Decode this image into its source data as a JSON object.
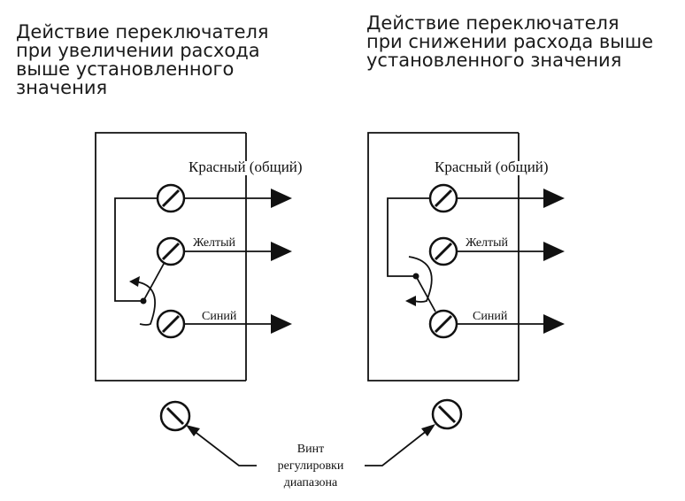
{
  "headings": {
    "increase": [
      "Действие переключателя",
      "при увеличении расхода",
      "выше установленного",
      "значения"
    ],
    "decrease": [
      "Действие переключателя",
      "при снижении расхода выше",
      "установленного значения"
    ]
  },
  "labels": {
    "red_common": "Красный (общий)",
    "yellow": "Желтый",
    "blue": "Синий",
    "screw_caption": [
      "Винт",
      "регулировки",
      "диапазона"
    ]
  },
  "colors": {
    "line": "#111111",
    "background": "#ffffff"
  }
}
